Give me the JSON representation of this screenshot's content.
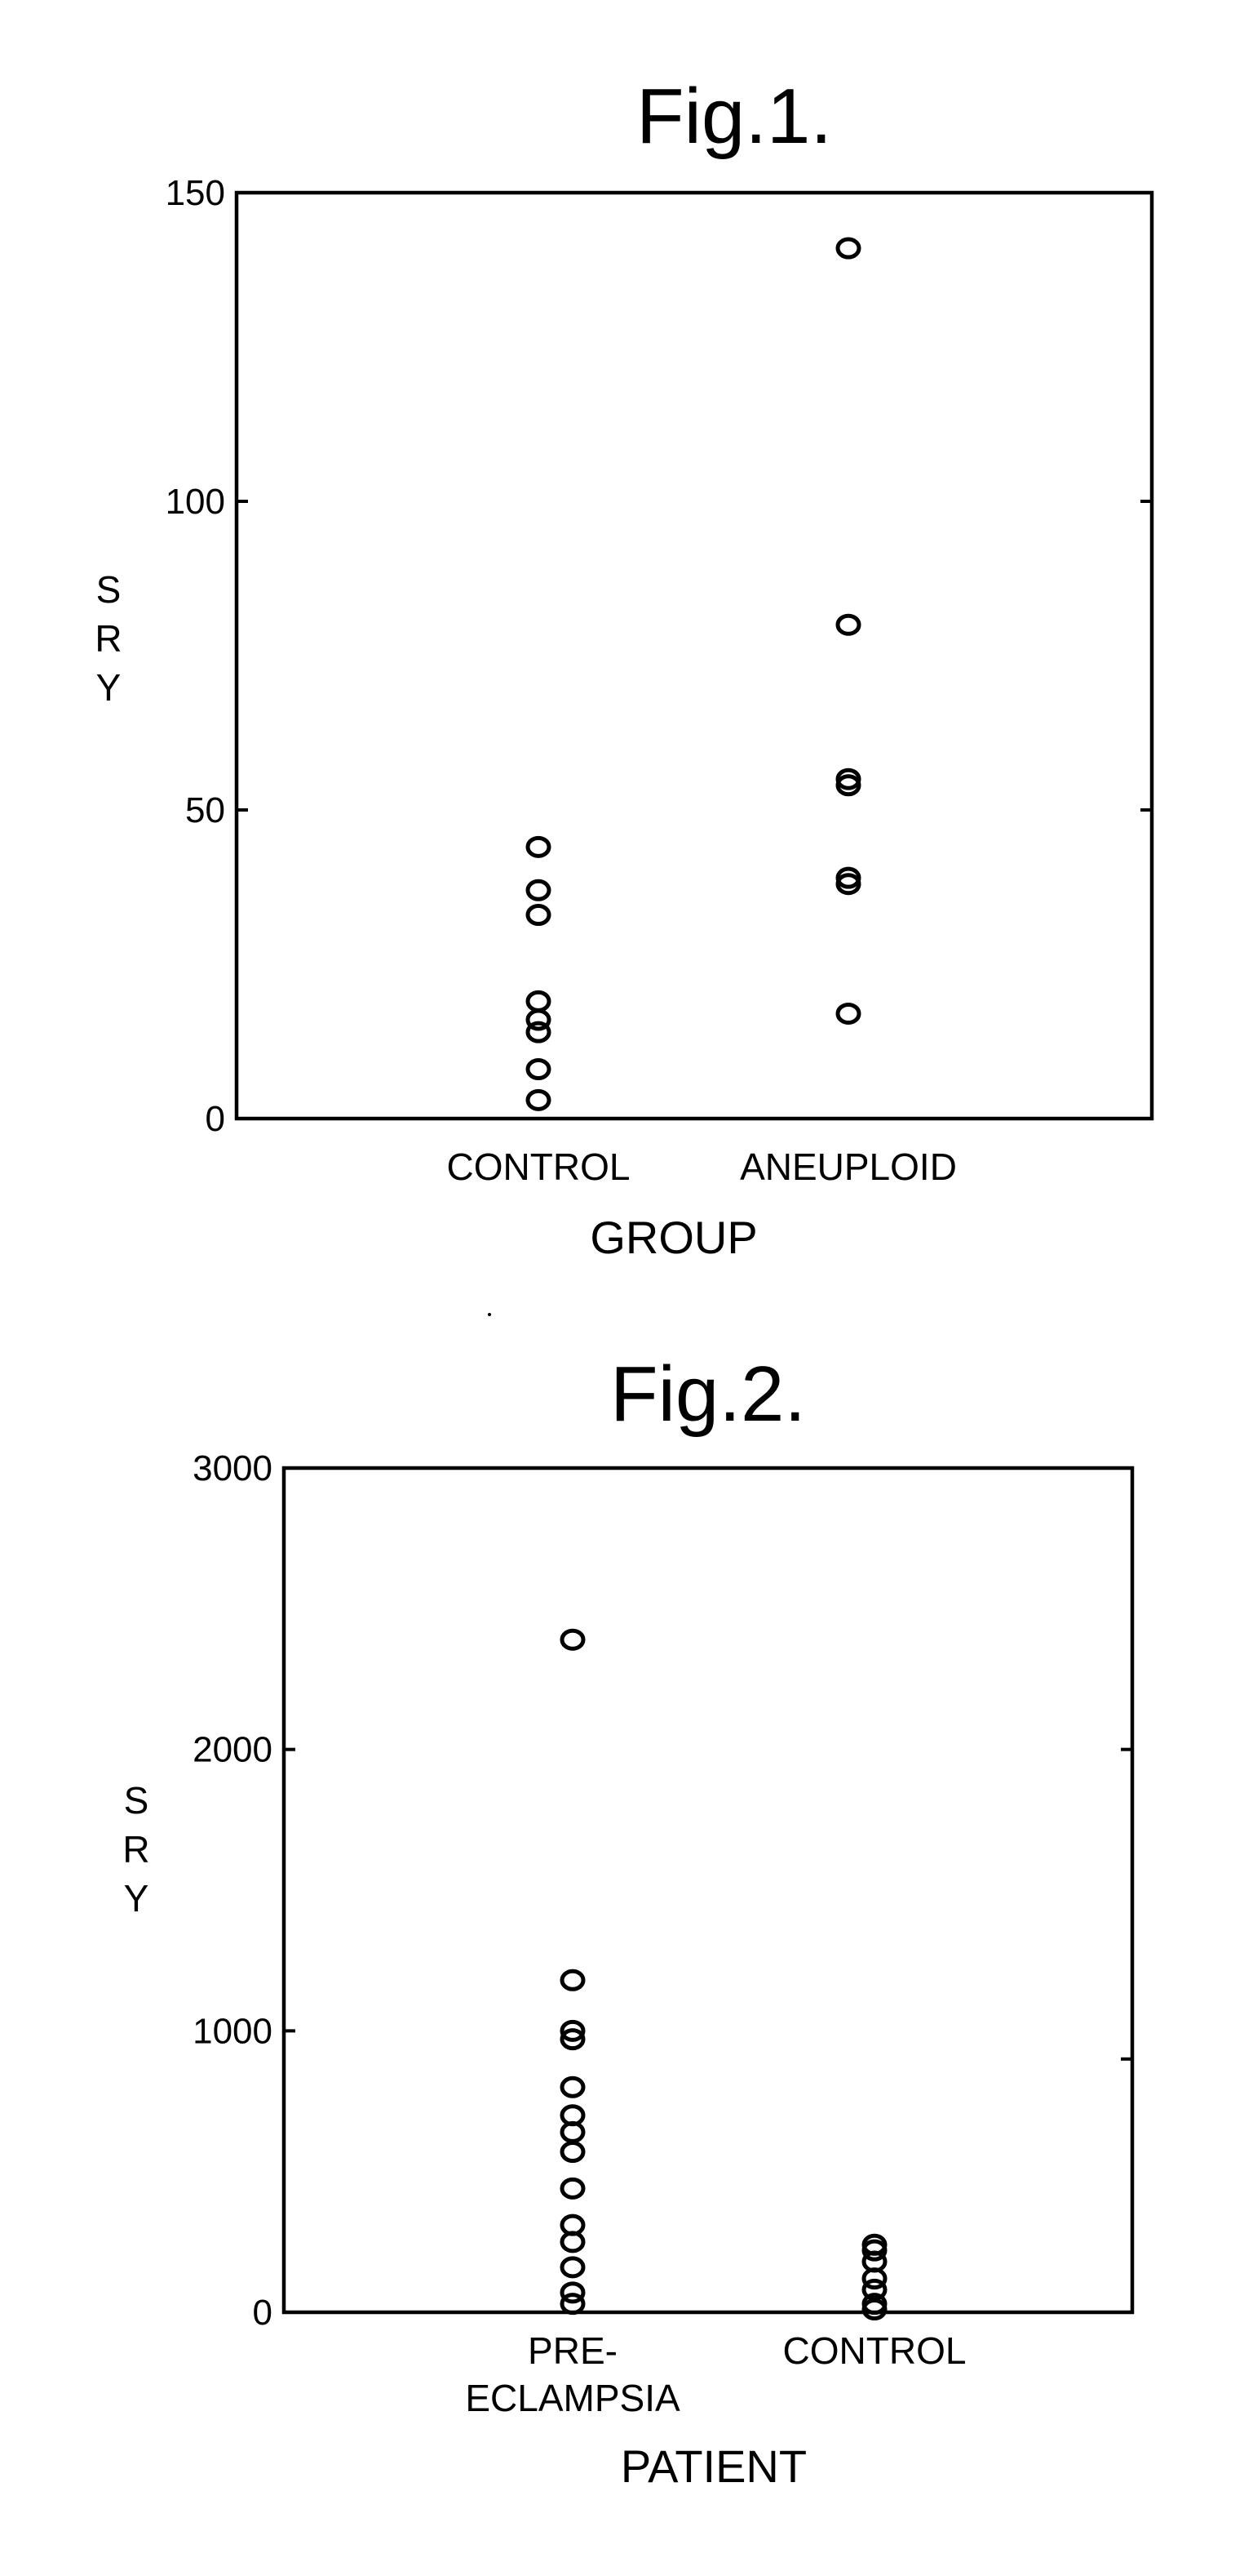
{
  "chart_data": [
    {
      "type": "scatter",
      "title": "Fig.1.",
      "xlabel": "GROUP",
      "ylabel": "SRY",
      "ylim": [
        0,
        150
      ],
      "yticks": [
        0,
        50,
        100,
        150
      ],
      "grid": false,
      "categories": [
        {
          "lines": [
            "CONTROL"
          ]
        },
        {
          "lines": [
            "ANEUPLOID"
          ]
        }
      ],
      "series": [
        {
          "category_index": 0,
          "values": [
            44,
            37,
            33,
            19,
            16,
            14,
            8,
            3
          ]
        },
        {
          "category_index": 1,
          "values": [
            141,
            80,
            55,
            54,
            39,
            38,
            17
          ]
        }
      ]
    },
    {
      "type": "scatter",
      "title": "Fig.2.",
      "xlabel": "PATIENT",
      "ylabel": "SRY",
      "ylim": [
        0,
        3000
      ],
      "yticks": [
        0,
        1000,
        2000,
        3000
      ],
      "grid": false,
      "categories": [
        {
          "lines": [
            "PRE-",
            "ECLAMPSIA"
          ]
        },
        {
          "lines": [
            "CONTROL"
          ]
        }
      ],
      "series": [
        {
          "category_index": 0,
          "values": [
            2390,
            1180,
            1000,
            970,
            800,
            700,
            640,
            570,
            440,
            310,
            250,
            160,
            70,
            30
          ]
        },
        {
          "category_index": 1,
          "values": [
            240,
            220,
            180,
            120,
            80,
            30,
            10
          ]
        }
      ]
    }
  ]
}
